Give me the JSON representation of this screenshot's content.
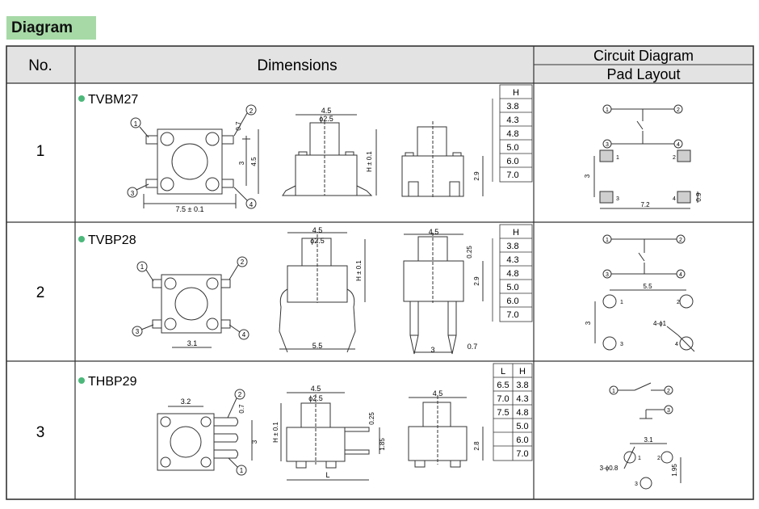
{
  "section_title": "Diagram",
  "headers": {
    "no": "No.",
    "dimensions": "Dimensions",
    "circuit": "Circuit Diagram",
    "pad": "Pad Layout"
  },
  "rows": [
    {
      "no": "1",
      "model": "TVBM27",
      "h_header": "H",
      "h_values": [
        "3.8",
        "4.3",
        "4.8",
        "5.0",
        "6.0",
        "7.0"
      ],
      "dims": {
        "width": "7.5 ± 0.1",
        "lead": "0.7",
        "pitch": "3",
        "side": "4.5",
        "front_width": "4.5",
        "stem_dia": "ϕ2.5",
        "height": "H ± 0.1",
        "side_height": "2.9"
      },
      "pad": {
        "pitch_y": "3",
        "pitch_x": "7.2",
        "pad_h": "0.9"
      }
    },
    {
      "no": "2",
      "model": "TVBP28",
      "h_header": "H",
      "h_values": [
        "3.8",
        "4.3",
        "4.8",
        "5.0",
        "6.0",
        "7.0"
      ],
      "dims": {
        "pitch": "3.1",
        "front_width": "4.5",
        "stem_dia": "ϕ2.5",
        "height": "H ± 0.1",
        "lead_span": "5.5",
        "side_width": "4.5",
        "top": "0.25",
        "side_height": "2.9",
        "side_pitch": "3",
        "lead": "0.7"
      },
      "pad": {
        "pitch_x": "5.5",
        "pitch_y": "3",
        "hole": "4-ϕ1"
      }
    },
    {
      "no": "3",
      "model": "THBP29",
      "l_header": "L",
      "h_header": "H",
      "l_values": [
        "6.5",
        "7.0",
        "7.5",
        "",
        "",
        ""
      ],
      "h_values": [
        "3.8",
        "4.3",
        "4.8",
        "5.0",
        "6.0",
        "7.0"
      ],
      "dims": {
        "width": "3.2",
        "lead": "0.7",
        "pitch": "3",
        "front_width": "4.5",
        "stem_dia": "ϕ2.5",
        "height": "H ± 0.1",
        "top": "0.25",
        "offset": "1.85",
        "length": "L",
        "side_width": "4.5",
        "side_height": "2.8"
      },
      "pad": {
        "pitch_x": "3.1",
        "pitch_y": "1.95",
        "hole": "3-ϕ0.8"
      }
    }
  ]
}
